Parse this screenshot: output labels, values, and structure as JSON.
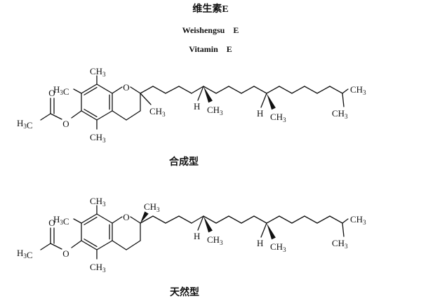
{
  "header": {
    "name_cn": "维生素E",
    "name_pinyin": "Weishengsu　E",
    "name_en": "Vitamin　E"
  },
  "structures": [
    {
      "id": "synthetic",
      "caption": "合成型"
    },
    {
      "id": "natural",
      "caption": "天然型"
    }
  ],
  "atom_labels": {
    "ch3": "CH3",
    "h3c": "H3C",
    "oxygen": "O",
    "hydrogen": "H"
  }
}
